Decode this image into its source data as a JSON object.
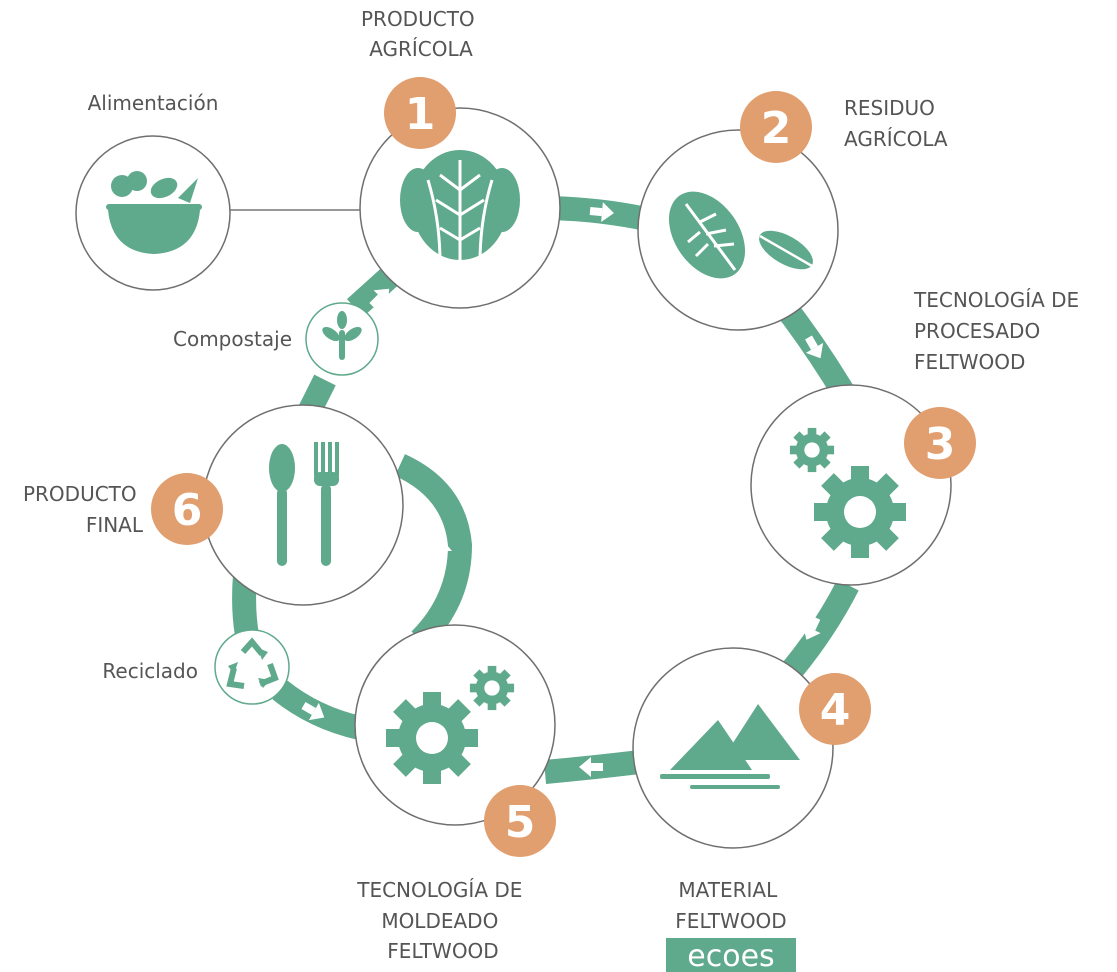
{
  "colors": {
    "accent": "#5fa98c",
    "badge": "#e19e6e",
    "text": "#555555",
    "ring_stroke": "#6f6f6f"
  },
  "diagram": {
    "stages": [
      {
        "number": "1",
        "label_lines": [
          "PRODUCTO",
          "AGRÍCOLA"
        ],
        "icon": "lettuce-icon"
      },
      {
        "number": "2",
        "label_lines": [
          "RESIDUO",
          "AGRÍCOLA"
        ],
        "icon": "leaves-icon"
      },
      {
        "number": "3",
        "label_lines": [
          "TECNOLOGÍA DE",
          "PROCESADO",
          "FELTWOOD"
        ],
        "icon": "gears-icon"
      },
      {
        "number": "4",
        "label_lines": [
          "MATERIAL",
          "FELTWOOD"
        ],
        "icon": "material-pile-icon"
      },
      {
        "number": "5",
        "label_lines": [
          "TECNOLOGÍA DE",
          "MOLDEADO",
          "FELTWOOD"
        ],
        "icon": "gears-icon"
      },
      {
        "number": "6",
        "label_lines": [
          "PRODUCTO",
          "FINAL"
        ],
        "icon": "cutlery-icon"
      }
    ],
    "side_nodes": {
      "feeding": {
        "label": "Alimentación",
        "icon": "salad-bowl-icon"
      },
      "composting": {
        "label": "Compostaje",
        "icon": "sprout-icon"
      },
      "recycling": {
        "label": "Reciclado",
        "icon": "recycle-icon"
      }
    },
    "brand": "ecoes"
  }
}
